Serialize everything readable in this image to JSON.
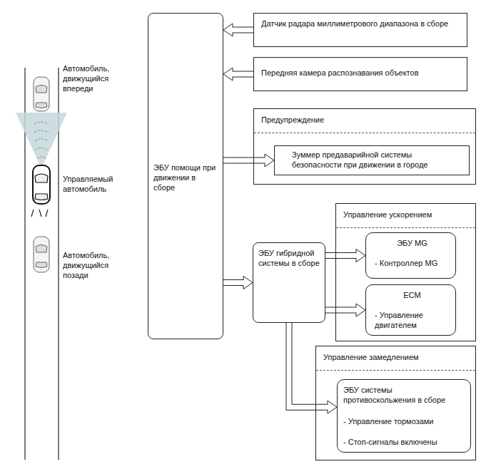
{
  "diagram": {
    "nodes": [
      {
        "text": [
          "ЭБУ помощи при движении в сборе"
        ]
      },
      {
        "text": [
          "Датчик радара миллиметрового диапазона в сборе"
        ]
      },
      {
        "text": [
          "Передняя камера распознавания объектов"
        ]
      },
      {
        "text": [
          "Предупреждение"
        ]
      },
      {
        "text": [
          "Зуммер предаварийной системы безопасности при движении в городе"
        ],
        "in": 3
      },
      {
        "text": [
          "Управление ускорением"
        ]
      },
      {
        "text": [
          "ЭБУ MG",
          "- Контроллер MG"
        ],
        "in": 5
      },
      {
        "text": [
          "ECM",
          "- Управление двигателем"
        ],
        "in": 5
      },
      {
        "text": [
          "ЭБУ гибридной системы в сборе"
        ]
      },
      {
        "text": [
          "Управление замедлением"
        ]
      },
      {
        "text": [
          "ЭБУ системы противоскольжения в сборе",
          "- Управление тормозами",
          "- Стоп-сигналы включены"
        ],
        "in": 9
      }
    ],
    "edges": [
      {
        "from": 1,
        "to": 0,
        "arrow": "to"
      },
      {
        "from": 2,
        "to": 0,
        "arrow": "to"
      },
      {
        "from": 0,
        "to": 4,
        "arrow": "to"
      },
      {
        "from": 0,
        "to": 8,
        "arrow": "to"
      },
      {
        "from": 8,
        "to": 6,
        "arrow": "to"
      },
      {
        "from": 8,
        "to": 7,
        "arrow": "to"
      },
      {
        "from": 8,
        "to": 10,
        "arrow": "to"
      }
    ],
    "labels": [
      "Автомобиль, движущийся впереди",
      "Управляемый автомобиль",
      "Автомобиль, движущийся позади"
    ]
  }
}
